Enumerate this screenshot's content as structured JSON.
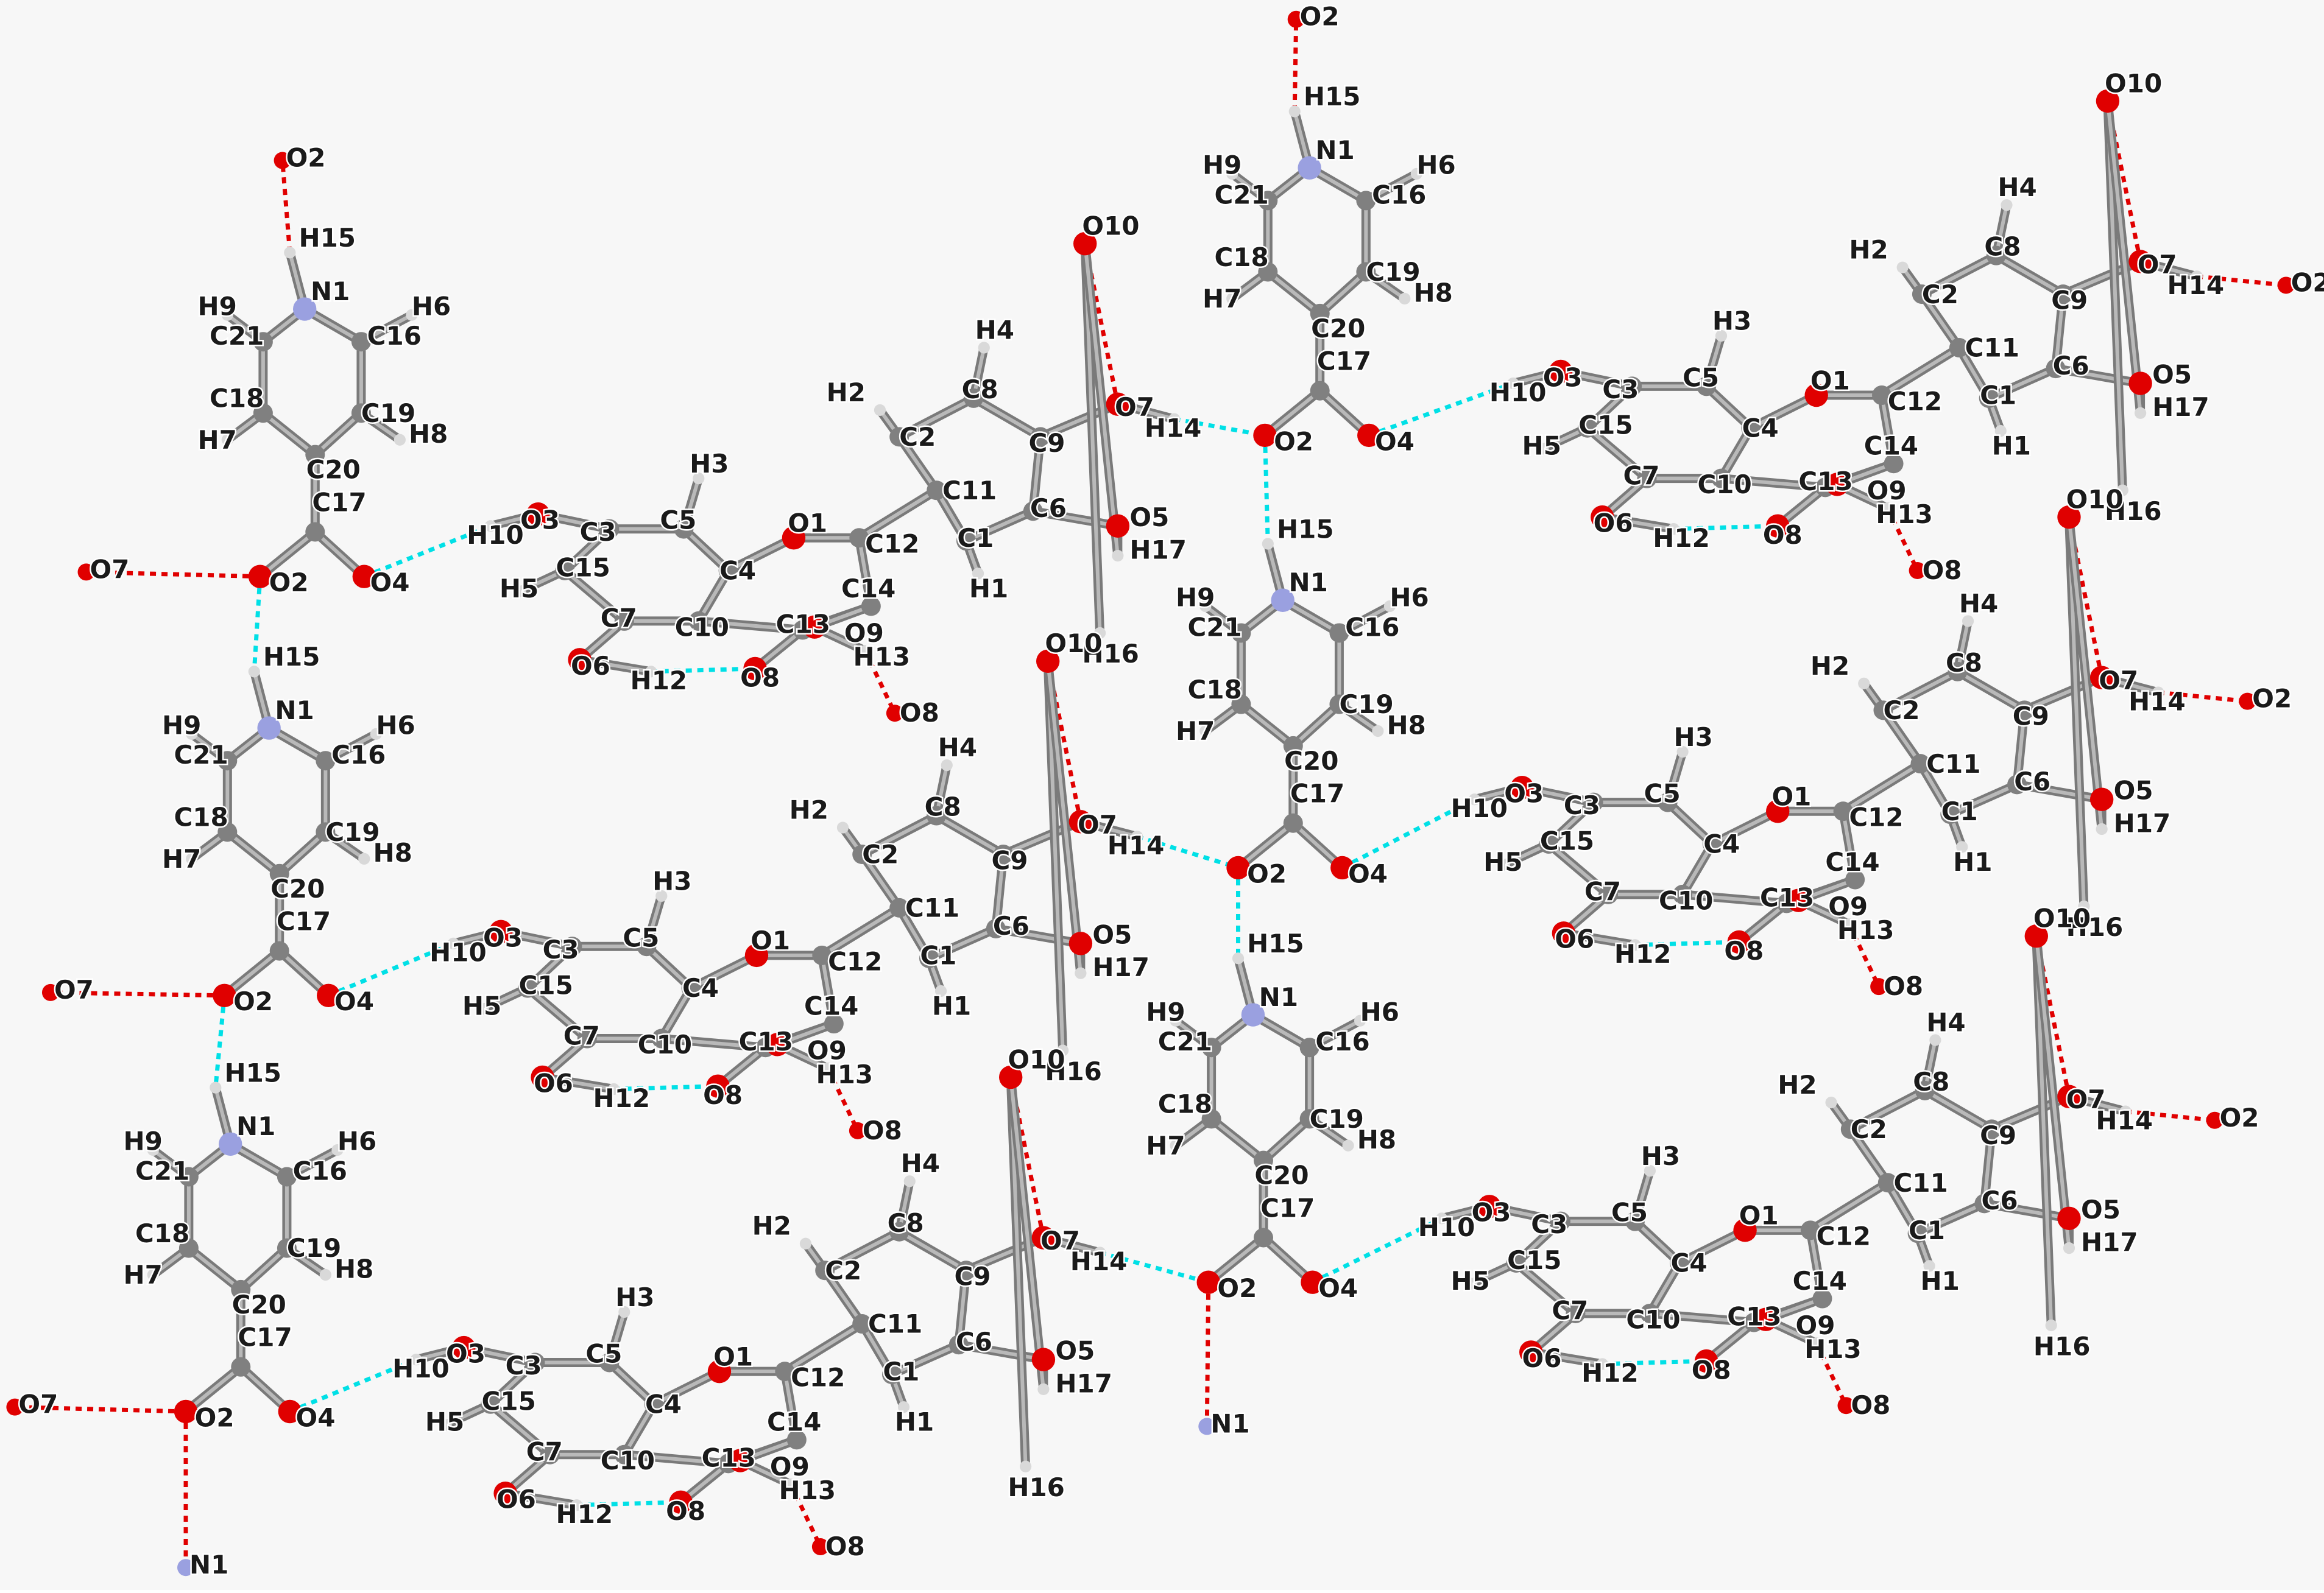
{
  "figure": {
    "background": "#f7f7f7",
    "colors": {
      "carbon": "#808080",
      "hydrogen": "#d9d9d9",
      "oxygen": "#e00000",
      "nitrogen": "#9aa0e0",
      "hbond_strong": "#e00000",
      "hbond_intra": "#00e0e6"
    },
    "pyridinium": {
      "atoms": [
        "N1",
        "C16",
        "C19",
        "C20",
        "C18",
        "C21",
        "C17",
        "O2",
        "O4",
        "H6",
        "H8",
        "H7",
        "H9",
        "H15"
      ],
      "contacts": [
        "O2",
        "O7",
        "O10"
      ]
    },
    "flavone": {
      "atoms": [
        "O1",
        "C1",
        "C2",
        "C3",
        "C4",
        "C5",
        "C6",
        "C7",
        "C8",
        "C9",
        "C10",
        "C11",
        "C12",
        "C13",
        "C14",
        "C15",
        "O3",
        "O5",
        "O6",
        "O7",
        "O8",
        "O9",
        "H1",
        "H2",
        "H3",
        "H4",
        "H5",
        "H10",
        "H12",
        "H13",
        "H14",
        "H16",
        "H17",
        "O10"
      ],
      "contacts": [
        "O2",
        "O8",
        "O10"
      ]
    },
    "terminal_labels": [
      "O2",
      "N1",
      "O7"
    ]
  }
}
